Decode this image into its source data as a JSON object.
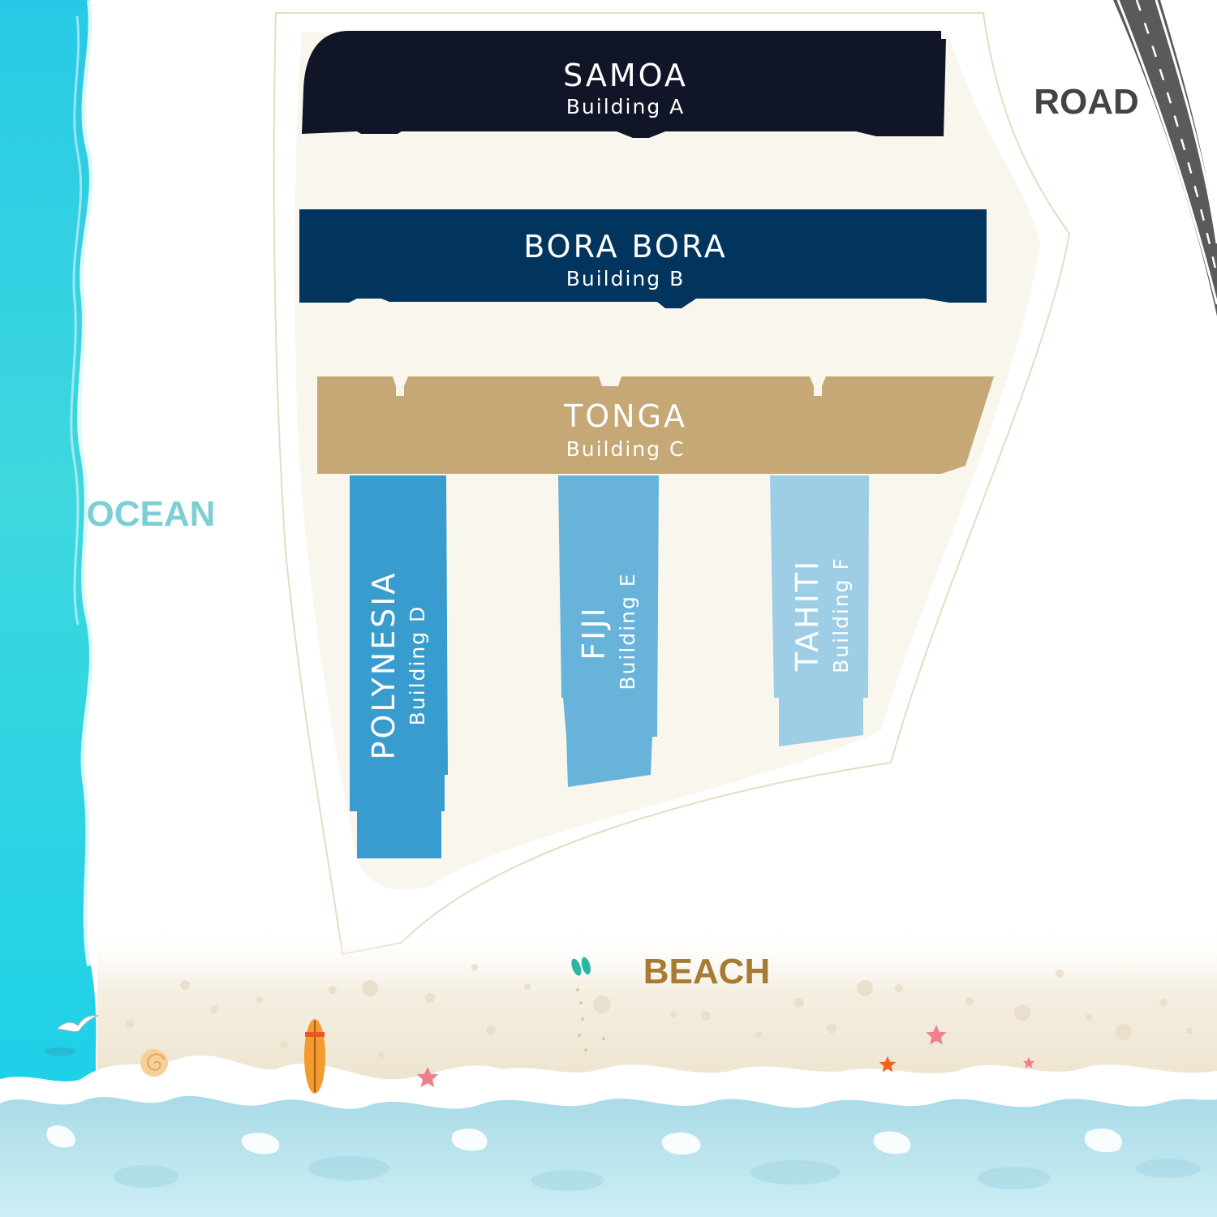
{
  "map": {
    "areas": {
      "ocean": "OCEAN",
      "road": "ROAD",
      "beach": "BEACH"
    },
    "buildings": [
      {
        "id": "a",
        "name": "SAMOA",
        "subtitle": "Building A",
        "color": "#111528"
      },
      {
        "id": "b",
        "name": "BORA BORA",
        "subtitle": "Building B",
        "color": "#02355e"
      },
      {
        "id": "c",
        "name": "TONGA",
        "subtitle": "Building C",
        "color": "#c5a876"
      },
      {
        "id": "d",
        "name": "POLYNESIA",
        "subtitle": "Building D",
        "color": "#389dce"
      },
      {
        "id": "e",
        "name": "FIJI",
        "subtitle": "Building E",
        "color": "#67b3da"
      },
      {
        "id": "f",
        "name": "TAHITI",
        "subtitle": "Building F",
        "color": "#9ecde6"
      }
    ],
    "colors": {
      "ocean": "#22c6e0",
      "ocean_label": "#7ccfd3",
      "road_label": "#444444",
      "beach_label": "#a67b34",
      "site_fill": "#f9f6ed",
      "sand": "#efe6d4",
      "waves": "#bfe5ef",
      "road": "#555555"
    },
    "icons": [
      "seagull-icon",
      "shell-icon",
      "surfboard-icon",
      "flip-flops-icon",
      "starfish-icon",
      "wave-icon"
    ]
  }
}
